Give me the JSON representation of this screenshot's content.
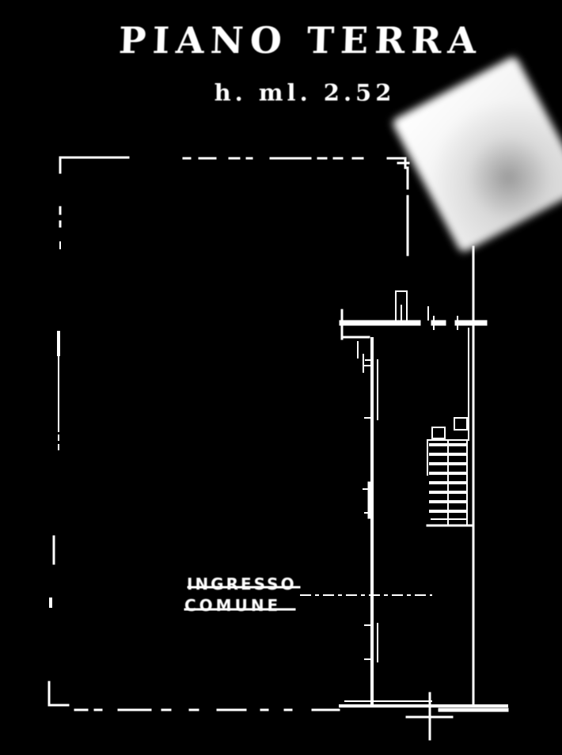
{
  "title": "PIANO TERRA",
  "height_note": "h. ml. 2.52",
  "entrance_label": {
    "line1": "INGRESSO",
    "line2": "COMUNE"
  },
  "colors": {
    "background": "#000000",
    "line": "#ffffff",
    "stamp_patch": "#f2f2f2"
  }
}
